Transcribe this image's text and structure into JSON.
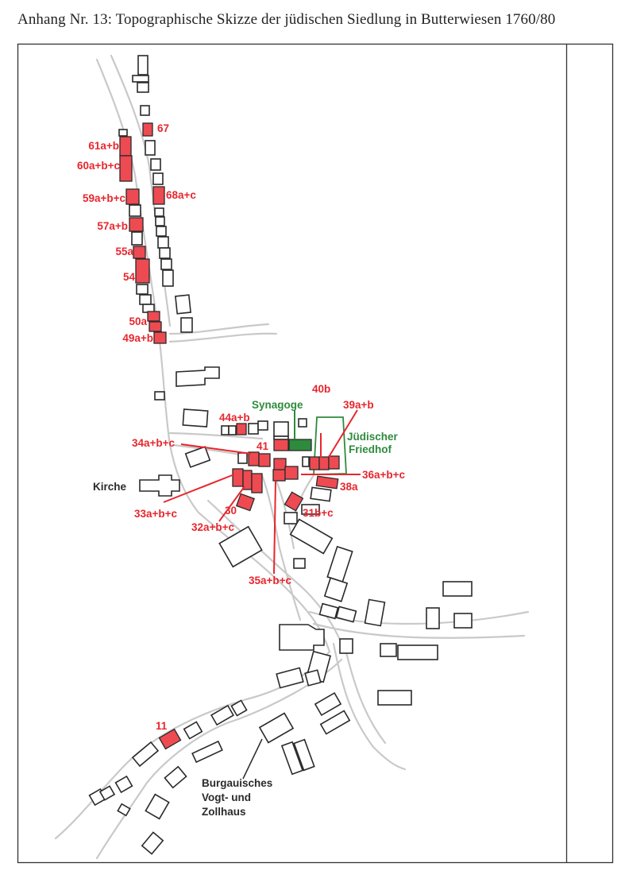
{
  "title": "Anhang Nr. 13:  Topographische Skizze der jüdischen Siedlung in Butterwiesen 1760/80",
  "colors": {
    "jewish_house": "#ee4a52",
    "label_red": "#e8262d",
    "synagogue_cemetery": "#2e8b3d",
    "other_building_outline": "#2a2a2a",
    "road": "#c9c9c9"
  },
  "labels": {
    "l67": "67",
    "l61": "61a+b",
    "l60": "60a+b+c",
    "l59": "59a+b+c",
    "l68": "68a+c",
    "l57": "57a+b",
    "l55": "55a",
    "l54": "54",
    "l50": "50a",
    "l49": "49a+b",
    "l40": "40b",
    "l39": "39a+b",
    "l44": "44a+b",
    "l41": "41",
    "l34": "34a+b+c",
    "l36": "36a+b+c",
    "l38": "38a",
    "l33": "33a+b+c",
    "l30": "30",
    "l31": "31b+c",
    "l32": "32a+b+c",
    "l35": "35a+b+c",
    "l11": "11",
    "synagogue": "Synagoge",
    "cemetery_1": "Jüdischer",
    "cemetery_2": "Friedhof",
    "church": "Kirche",
    "vogt_1": "Burgauisches",
    "vogt_2": "Vogt- und",
    "vogt_3": "Zollhaus"
  }
}
